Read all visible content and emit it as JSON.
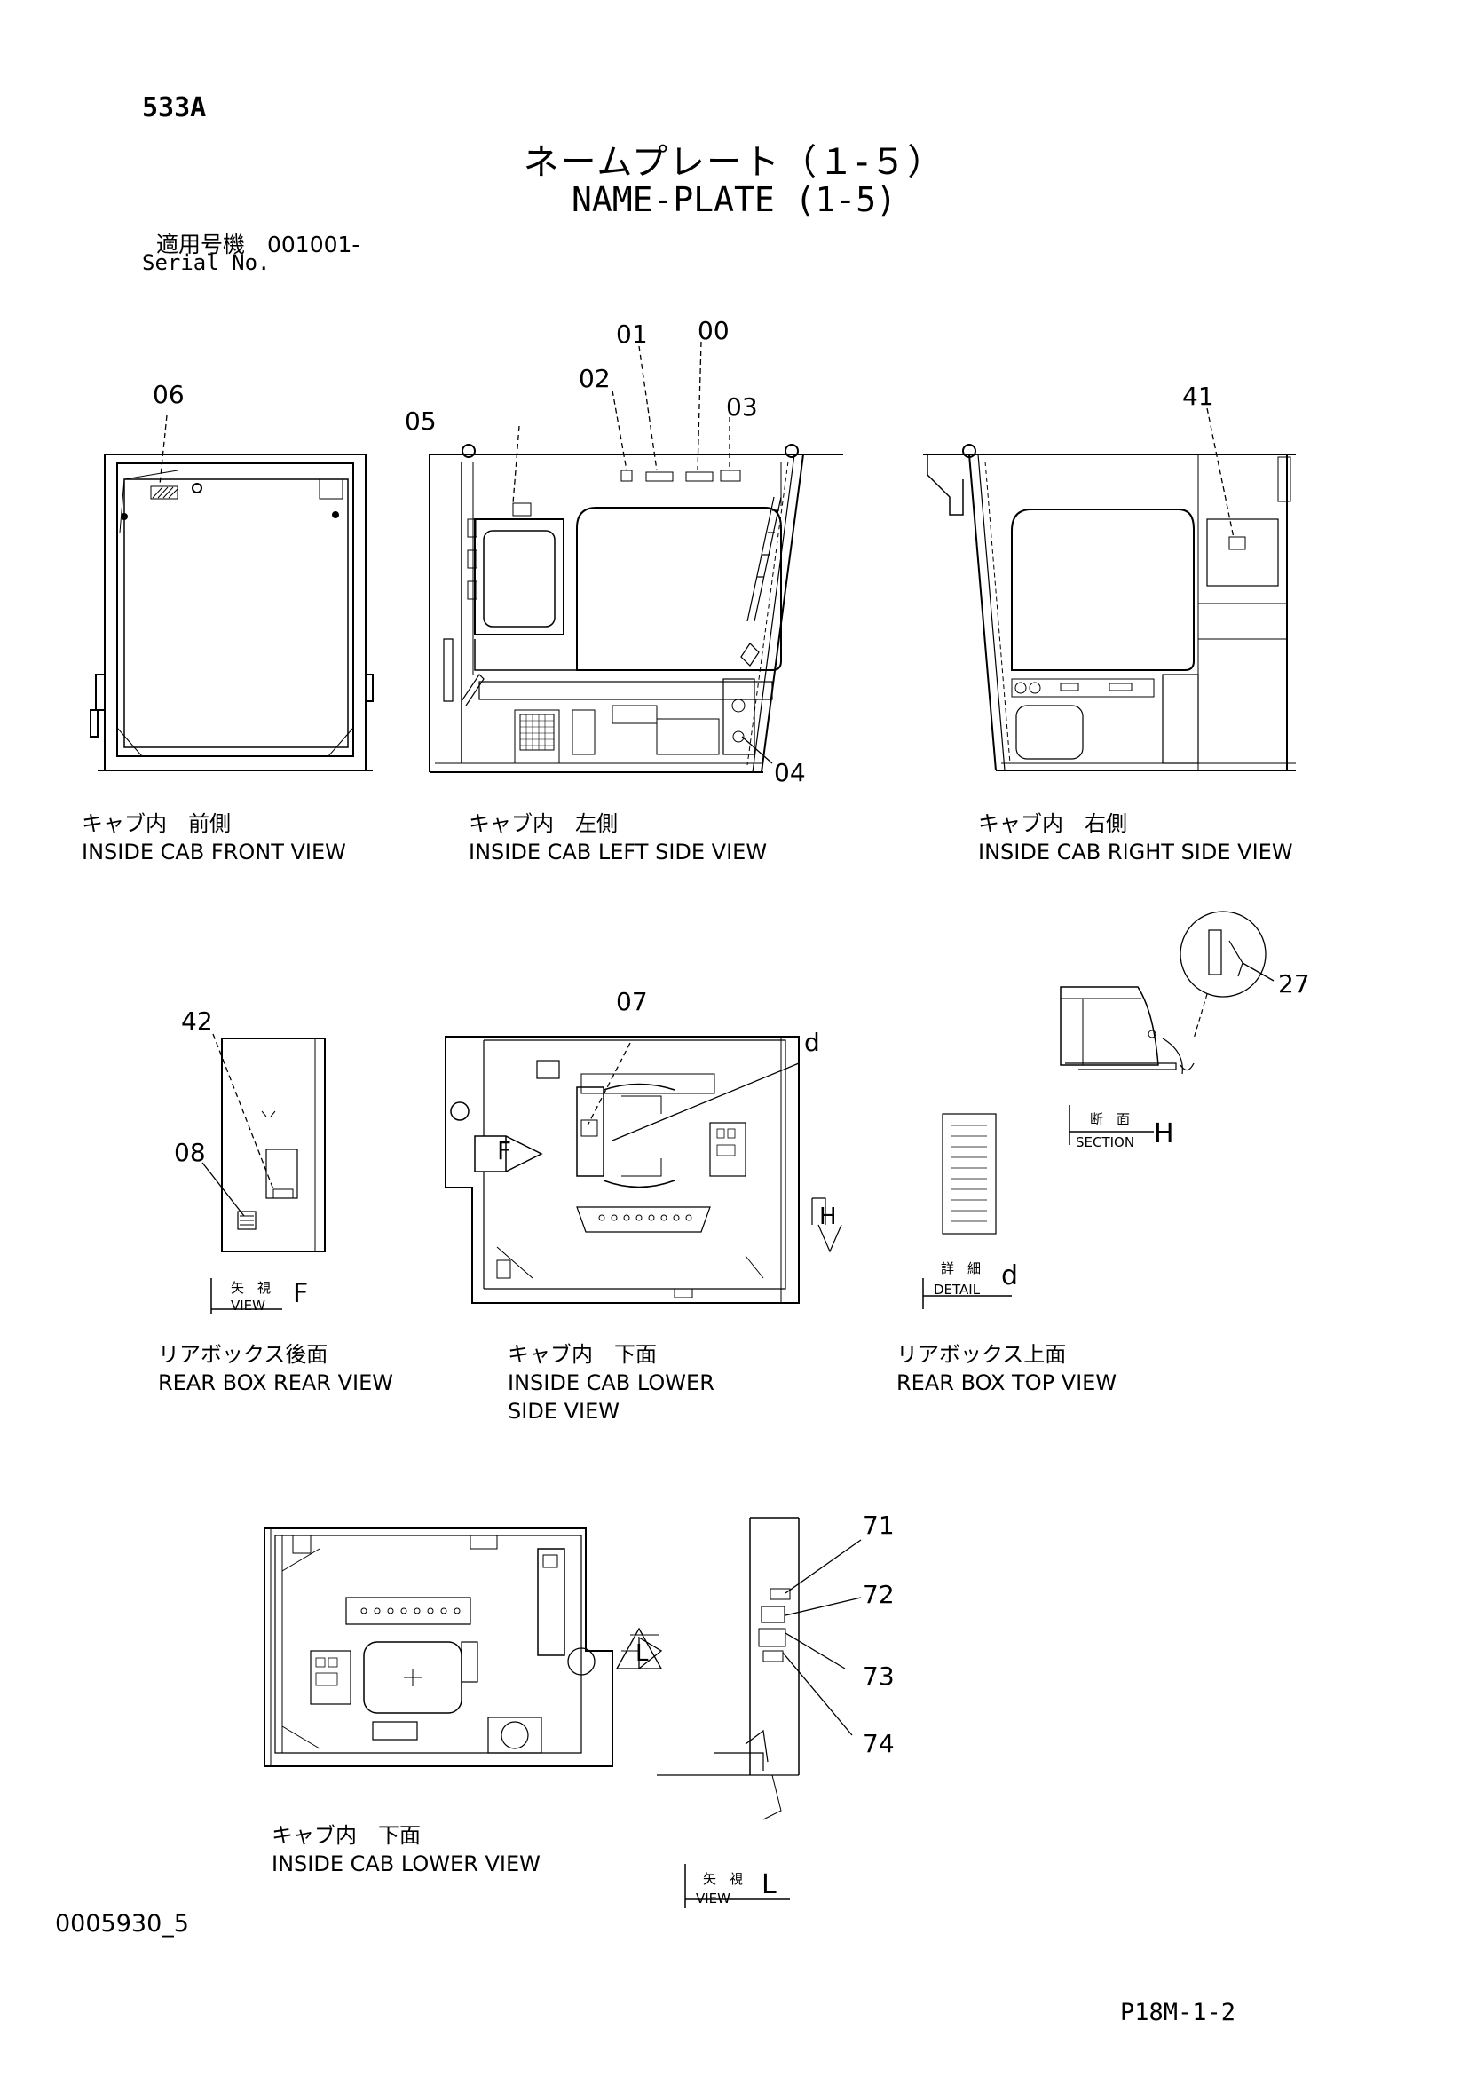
{
  "header": {
    "model_code": "533A",
    "title_jp": "ネームプレート（１-５）",
    "title_en": "NAME-PLATE (1-5)",
    "serial_label_jp": "適用号機　001001-",
    "serial_label_en": "Serial No."
  },
  "views": {
    "front": {
      "jp": "キャブ内　前側",
      "en": "INSIDE CAB FRONT VIEW"
    },
    "left": {
      "jp": "キャブ内　左側",
      "en": "INSIDE CAB LEFT SIDE VIEW"
    },
    "right": {
      "jp": "キャブ内　右側",
      "en": "INSIDE CAB RIGHT SIDE VIEW"
    },
    "rear_box_rear": {
      "jp": "リアボックス後面",
      "en": "REAR BOX REAR VIEW"
    },
    "lower_side": {
      "jp": "キャブ内　下面",
      "en1": "INSIDE CAB LOWER",
      "en2": "SIDE VIEW"
    },
    "rear_box_top": {
      "jp": "リアボックス上面",
      "en": "REAR BOX TOP VIEW"
    },
    "lower": {
      "jp": "キャブ内　下面",
      "en": "INSIDE CAB LOWER VIEW"
    }
  },
  "callouts": {
    "c00": "00",
    "c01": "01",
    "c02": "02",
    "c03": "03",
    "c04": "04",
    "c05": "05",
    "c06": "06",
    "c07": "07",
    "c08": "08",
    "c27": "27",
    "c41": "41",
    "c42": "42",
    "c71": "71",
    "c72": "72",
    "c73": "73",
    "c74": "74"
  },
  "markers": {
    "arrow_f": "F",
    "arrow_h": "H",
    "arrow_l": "L",
    "detail_letter": "d",
    "view_jp": "矢　視",
    "view_en": "VIEW",
    "section_jp": "断　面",
    "section_en": "SECTION",
    "detail_jp": "詳　細",
    "detail_en": "DETAIL",
    "view_f": "F",
    "section_h": "H",
    "detail_d": "d",
    "view_l": "L"
  },
  "footer": {
    "doc_number": "0005930_5",
    "page_ref": "P18M-1-2"
  }
}
